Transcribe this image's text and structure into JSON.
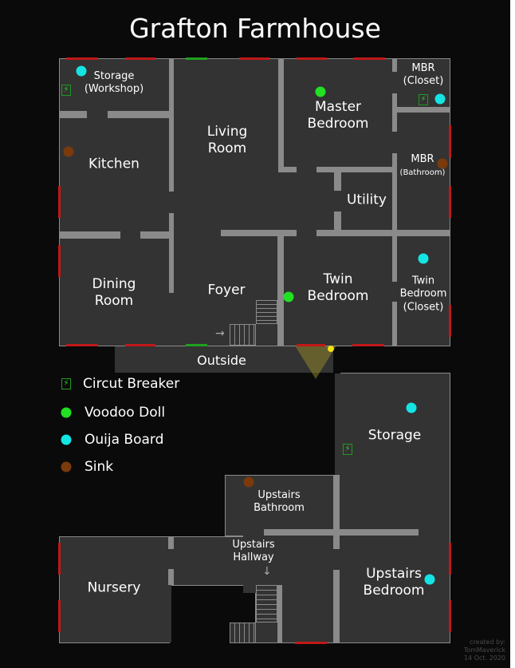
{
  "title": "Grafton Farmhouse",
  "rooms": {
    "storage_workshop": "Storage\n(Workshop)",
    "living_room": "Living\nRoom",
    "kitchen": "Kitchen",
    "master_bedroom": "Master\nBedroom",
    "mbr_closet": "MBR\n(Closet)",
    "mbr_bathroom_1": "MBR",
    "mbr_bathroom_2": "(Bathroom)",
    "utility": "Utility",
    "dining_room": "Dining\nRoom",
    "foyer": "Foyer",
    "twin_bedroom": "Twin\nBedroom",
    "twin_bedroom_closet": "Twin\nBedroom\n(Closet)",
    "outside": "Outside",
    "storage": "Storage",
    "upstairs_bathroom": "Upstairs\nBathroom",
    "upstairs_hallway": "Upstairs\nHallway",
    "nursery": "Nursery",
    "upstairs_bedroom": "Upstairs\nBedroom"
  },
  "legend": [
    {
      "icon": "circuit-breaker-icon",
      "label": "Circut Breaker"
    },
    {
      "icon": "voodoo-doll-icon",
      "label": "Voodoo Doll",
      "color": "#22e022"
    },
    {
      "icon": "ouija-board-icon",
      "label": "Ouija Board",
      "color": "#14e4e4"
    },
    {
      "icon": "sink-icon",
      "label": "Sink",
      "color": "#7a3a0c"
    }
  ],
  "credit": [
    "created by:",
    "TomMaverick",
    "14 Oct. 2020"
  ]
}
